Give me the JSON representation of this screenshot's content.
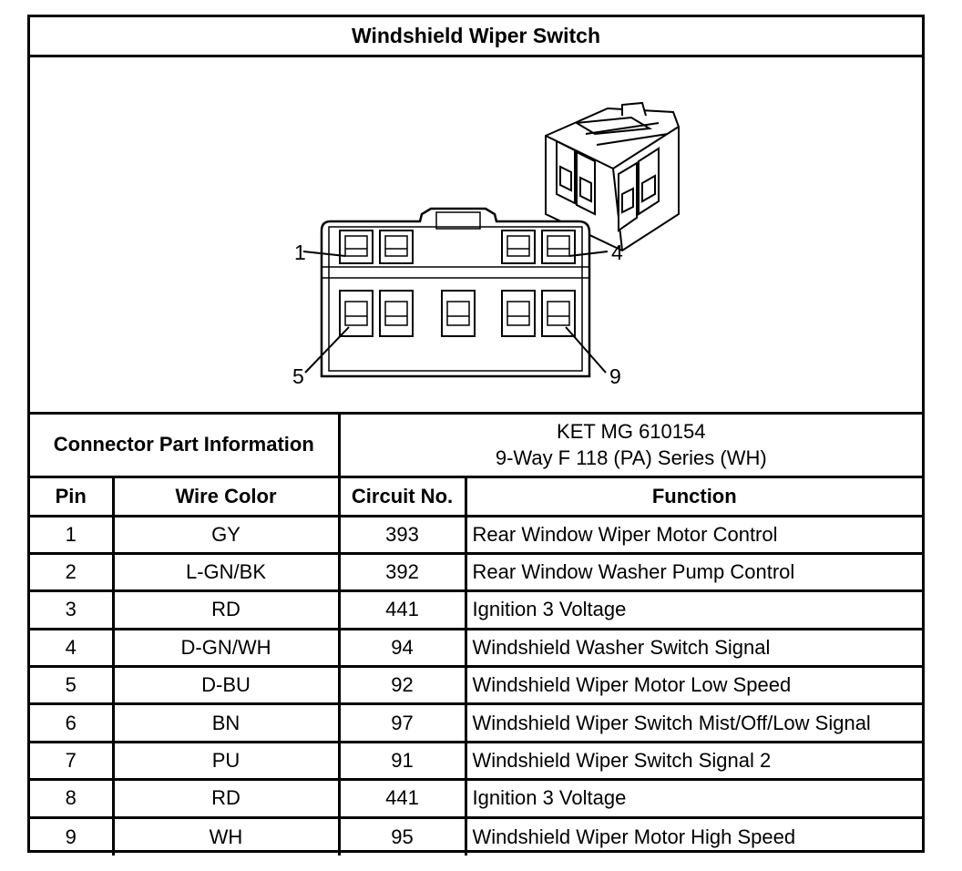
{
  "title": "Windshield Wiper Switch",
  "diagram": {
    "pin_labels": [
      "1",
      "4",
      "5",
      "9"
    ]
  },
  "part_info": {
    "label": "Connector Part Information",
    "line1": "KET MG 610154",
    "line2": "9-Way F 118 (PA) Series (WH)"
  },
  "table": {
    "headers": [
      "Pin",
      "Wire Color",
      "Circuit No.",
      "Function"
    ],
    "rows": [
      {
        "pin": "1",
        "wire_color": "GY",
        "circuit": "393",
        "function": "Rear Window Wiper Motor Control"
      },
      {
        "pin": "2",
        "wire_color": "L-GN/BK",
        "circuit": "392",
        "function": "Rear Window Washer Pump Control"
      },
      {
        "pin": "3",
        "wire_color": "RD",
        "circuit": "441",
        "function": "Ignition 3 Voltage"
      },
      {
        "pin": "4",
        "wire_color": "D-GN/WH",
        "circuit": "94",
        "function": "Windshield Washer Switch Signal"
      },
      {
        "pin": "5",
        "wire_color": "D-BU",
        "circuit": "92",
        "function": "Windshield Wiper Motor Low Speed"
      },
      {
        "pin": "6",
        "wire_color": "BN",
        "circuit": "97",
        "function": "Windshield Wiper Switch Mist/Off/Low Signal"
      },
      {
        "pin": "7",
        "wire_color": "PU",
        "circuit": "91",
        "function": "Windshield Wiper Switch Signal 2"
      },
      {
        "pin": "8",
        "wire_color": "RD",
        "circuit": "441",
        "function": "Ignition 3 Voltage"
      },
      {
        "pin": "9",
        "wire_color": "WH",
        "circuit": "95",
        "function": "Windshield Wiper Motor High Speed"
      }
    ]
  }
}
